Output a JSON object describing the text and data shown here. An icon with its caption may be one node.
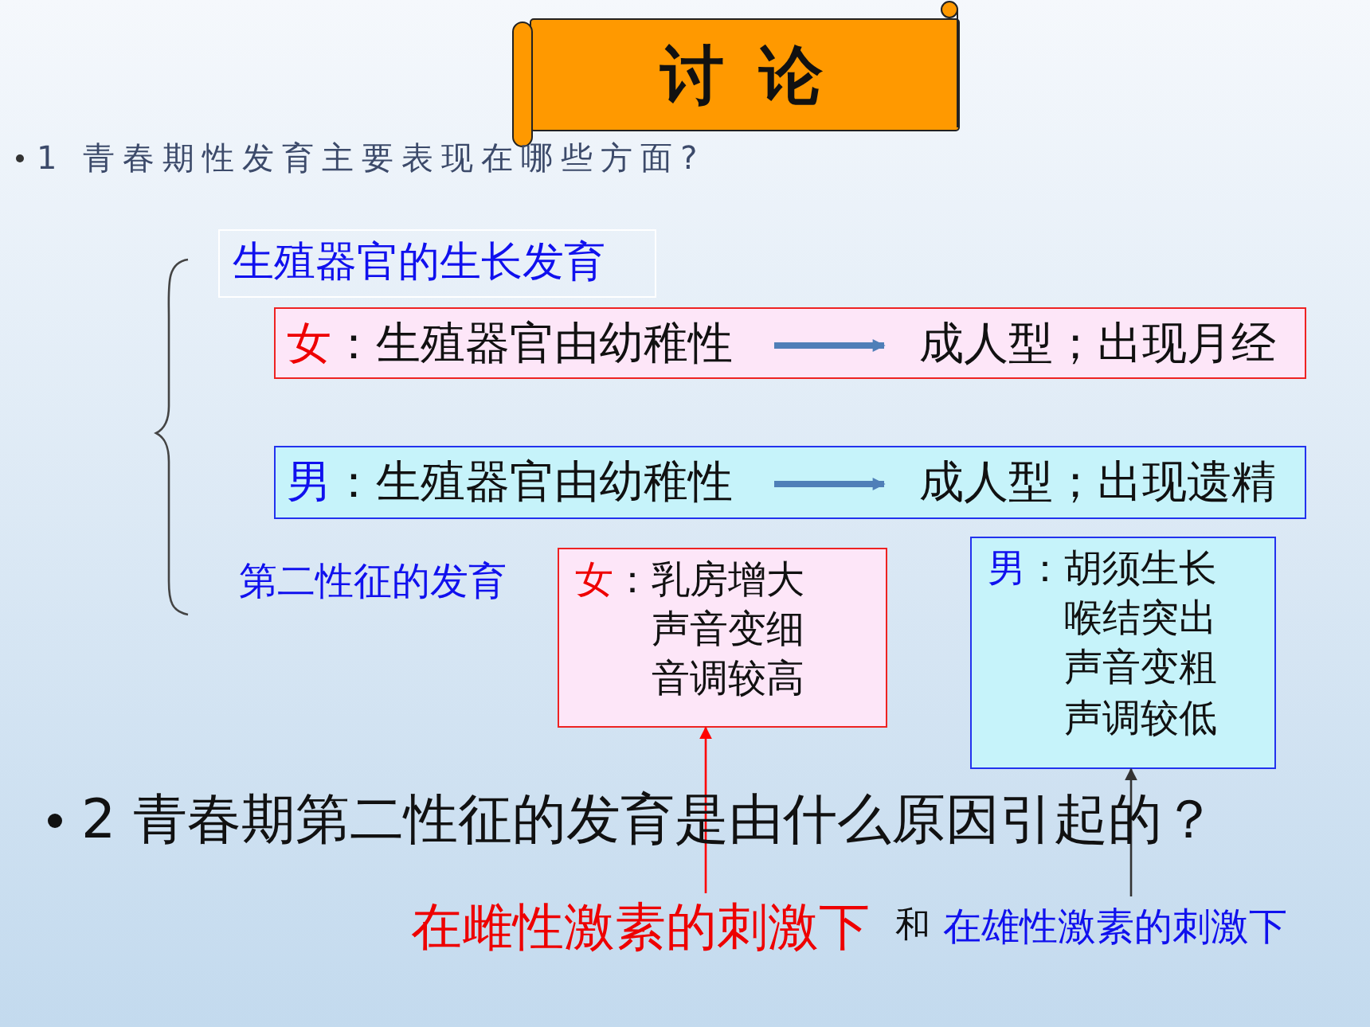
{
  "diagram": {
    "title": "讨 论",
    "nodes": [
      {
        "text": [
          "生殖器官的生长发育"
        ]
      },
      {
        "text": [],
        "shape": "box"
      },
      {
        "text": [
          "女",
          "：",
          "生殖器官由幼稚性"
        ],
        "in": 1
      },
      {
        "text": [
          "成人型；出现月经"
        ],
        "in": 1
      },
      {
        "text": [],
        "shape": "box"
      },
      {
        "text": [
          "男",
          "：",
          "生殖器官由幼稚性"
        ],
        "in": 4
      },
      {
        "text": [
          "成人型；出现遗精"
        ],
        "in": 4
      },
      {
        "text": [
          "第二性征的发育"
        ]
      },
      {
        "text": [
          "女",
          "：",
          "乳房增大",
          "声音变细",
          "音调较高"
        ]
      },
      {
        "text": [
          "男",
          "：",
          "胡须生长",
          "喉结突出",
          "声音变粗",
          "声调较低"
        ]
      },
      {
        "text": [
          "在雌性激素的刺激下"
        ]
      },
      {
        "text": [
          "在雄性激素的刺激下"
        ]
      }
    ],
    "edges": [
      {
        "from": 2,
        "to": 3,
        "arrow": "to",
        "style": "thick"
      },
      {
        "from": 5,
        "to": 6,
        "arrow": "to",
        "style": "thick"
      },
      {
        "from": 10,
        "to": 8,
        "arrow": "to",
        "color": "#ff0000"
      },
      {
        "from": 11,
        "to": 9,
        "arrow": "to",
        "color": "#333333"
      }
    ],
    "labels": [
      "1 青春期性发育主要表现在哪些方面?",
      "2 青春期第二性征的发育是由什么原因引起的？",
      "和"
    ]
  }
}
